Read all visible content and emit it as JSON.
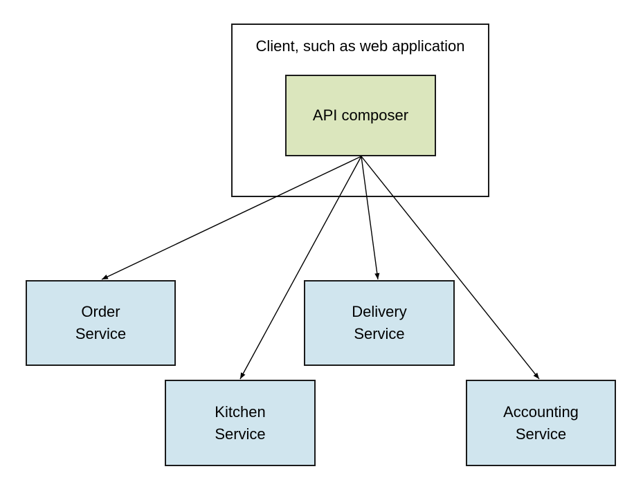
{
  "client": {
    "label": "Client, such as web application"
  },
  "composer": {
    "label": "API composer"
  },
  "services": [
    {
      "line1": "Order",
      "line2": "Service"
    },
    {
      "line1": "Kitchen",
      "line2": "Service"
    },
    {
      "line1": "Delivery",
      "line2": "Service"
    },
    {
      "line1": "Accounting",
      "line2": "Service"
    }
  ],
  "colors": {
    "composer_fill": "#dbe6bd",
    "service_fill": "#d0e5ee",
    "stroke": "#1a1a1a"
  }
}
